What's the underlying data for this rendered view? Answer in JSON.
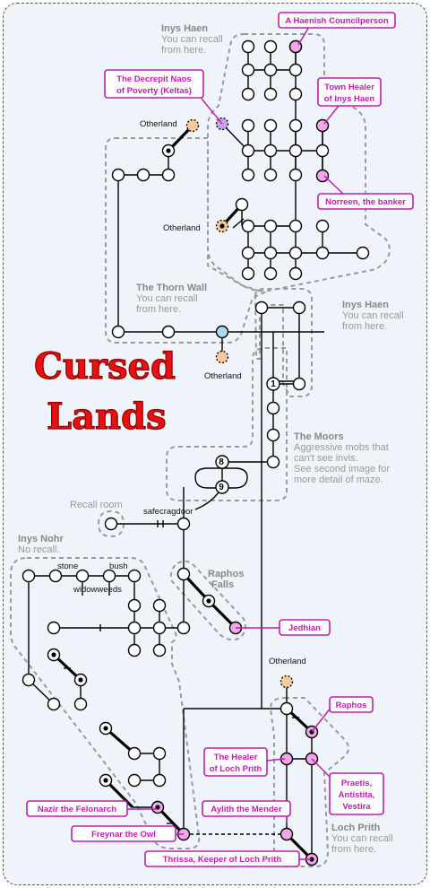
{
  "title": {
    "line1": "Cursed",
    "line2": "Lands"
  },
  "colors": {
    "npc": "#c01eb0",
    "npc_node": "#f2a7ea",
    "purple_node": "#c8a2ea",
    "exit_node": "#f9c99a",
    "recall_node": "#a8dcf5",
    "title": "#e81010"
  },
  "zones": {
    "inys_haen_top": {
      "name": "Inys Haen",
      "note1": "You can recall",
      "note2": "from here."
    },
    "thorn_wall": {
      "name": "The Thorn Wall",
      "note1": "You can recall",
      "note2": "from here."
    },
    "inys_haen_right": {
      "name": "Inys Haen",
      "note1": "You can recall",
      "note2": "from here."
    },
    "moors": {
      "name": "The Moors",
      "note1": "Aggressive mobs that",
      "note2": "can't see invis.",
      "note3": "See second image for",
      "note4": "more detail of maze."
    },
    "recall_room": {
      "name": "Recall room"
    },
    "inys_nohr": {
      "name": "Inys Nohr",
      "note1": "No recall."
    },
    "raphos_falls": {
      "name1": "Raphos",
      "name2": "Falls"
    },
    "loch_prith": {
      "name": "Loch Prith",
      "note1": "You can recall",
      "note2": "from here."
    }
  },
  "labels": {
    "otherland_1": "Otherland",
    "otherland_2": "Otherland",
    "otherland_3": "Otherland",
    "otherland_4": "Otherland",
    "safecragdoor": "safecragdoor",
    "stone": "stone",
    "bush": "bush",
    "widowweeds": "widowweeds",
    "node_1": "1",
    "node_8": "8",
    "node_9": "9"
  },
  "npcs": {
    "councilperson": "A Haenish Councilperson",
    "naos_1": "The Decrepit Naos",
    "naos_2": "of Poverty (Keltas)",
    "healer_haen_1": "Town Healer",
    "healer_haen_2": "of Inys Haen",
    "norreen": "Norreen, the banker",
    "jedhian": "Jedhian",
    "raphos": "Raphos",
    "healer_loch_1": "The Healer",
    "healer_loch_2": "of Loch Prith",
    "praetis_1": "Praetis,",
    "praetis_2": "Antistita,",
    "praetis_3": "Vestira",
    "nazir": "Nazir the Felonarch",
    "aylith": "Aylith the Mender",
    "freynar": "Freynar the Owl",
    "thrissa": "Thrissa, Keeper of Loch Prith"
  }
}
